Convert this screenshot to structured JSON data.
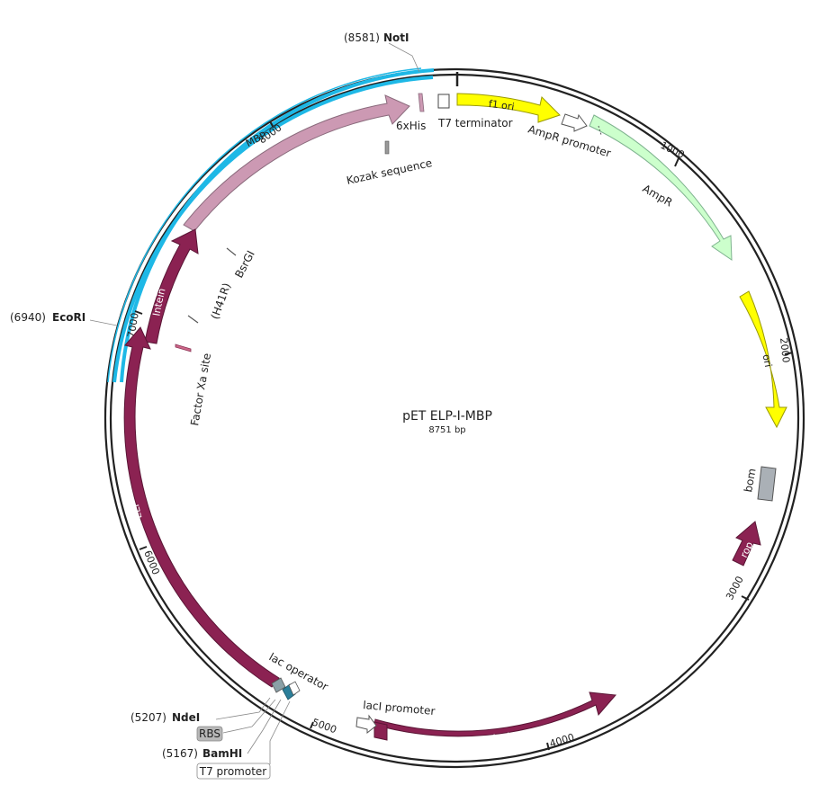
{
  "plasmid": {
    "name": "pET ELP-I-MBP",
    "size": "8751 bp"
  },
  "colors": {
    "maroon": "#8b2252",
    "mauve": "#cc99b3",
    "yellow": "#ffff00",
    "lightgreen": "#ccffcc",
    "cyan": "#1eb8e6",
    "grey": "#aab0b6",
    "teal": "#2b7f9a"
  },
  "features": [
    {
      "name": "MBP",
      "shape": "arrow",
      "label_inside": true
    },
    {
      "name": "Intein",
      "shape": "arrow",
      "label_inside": true
    },
    {
      "name": "ELP",
      "shape": "arrow",
      "label_inside": true
    },
    {
      "name": "lacI",
      "shape": "arrow",
      "label_inside": true
    },
    {
      "name": "AmpR",
      "shape": "arrow",
      "label_inside": false
    },
    {
      "name": "f1 ori",
      "shape": "arrow",
      "label_inside": true
    },
    {
      "name": "ori",
      "shape": "arrow",
      "label_inside": true
    },
    {
      "name": "rop",
      "shape": "arrow",
      "label_inside": true
    },
    {
      "name": "bom",
      "shape": "box",
      "label_inside": false
    }
  ],
  "labels": {
    "his": "6xHis",
    "t7term": "T7 terminator",
    "kozak": "Kozak sequence",
    "amppromoter": "AmpR promoter",
    "ampr": "AmpR",
    "bsrgi": "BsrGI",
    "h41r": "(H41R)",
    "factorxa": "Factor Xa site",
    "lacop": "lac operator",
    "lacipromoter": "lacI promoter",
    "bom": "bom",
    "rbs": "RBS",
    "t7promoter": "T7 promoter"
  },
  "sites": [
    {
      "pos": "(8581)",
      "name": "NotI"
    },
    {
      "pos": "(6940)",
      "name": "EcoRI"
    },
    {
      "pos": "(5207)",
      "name": "NdeI"
    },
    {
      "pos": "(5167)",
      "name": "BamHI"
    }
  ],
  "ticks": [
    "1000",
    "2000",
    "3000",
    "4000",
    "5000",
    "6000",
    "7000",
    "8000"
  ]
}
